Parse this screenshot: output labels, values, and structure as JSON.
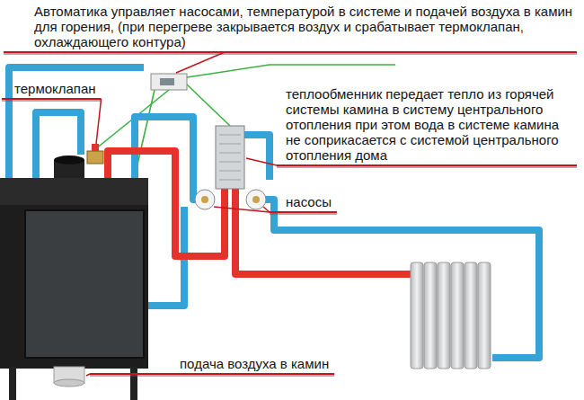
{
  "diagram": {
    "labels": [
      "Автоматика управляет насосами, температурой в системе и подачей воздуха в камин для горения, (при перегреве закрывается воздух и срабатывает термоклапан, охлаждающего контура)",
      "термоклапан",
      "теплообменник передает тепло из горячей системы камина в систему центрального отопления при этом вода в системе камина не соприкасается с системой центрального отопления дома",
      "насосы",
      "подача воздуха в камин"
    ]
  }
}
